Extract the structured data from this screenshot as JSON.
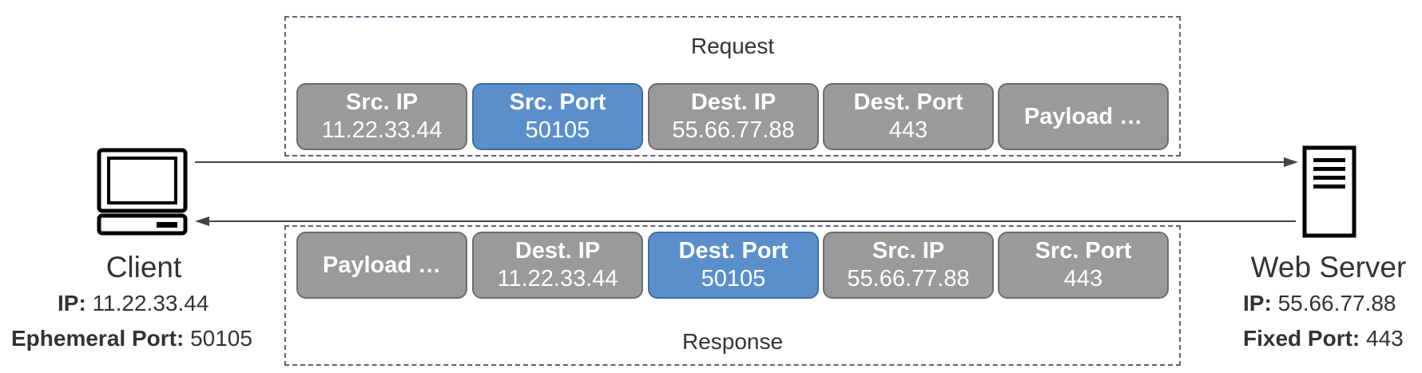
{
  "request": {
    "label": "Request",
    "fields": [
      {
        "title": "Src. IP",
        "value": "11.22.33.44",
        "highlight": false
      },
      {
        "title": "Src. Port",
        "value": "50105",
        "highlight": true
      },
      {
        "title": "Dest. IP",
        "value": "55.66.77.88",
        "highlight": false
      },
      {
        "title": "Dest. Port",
        "value": "443",
        "highlight": false
      },
      {
        "title": "Payload …",
        "value": "",
        "highlight": false
      }
    ]
  },
  "response": {
    "label": "Response",
    "fields": [
      {
        "title": "Payload …",
        "value": "",
        "highlight": false
      },
      {
        "title": "Dest. IP",
        "value": "11.22.33.44",
        "highlight": false
      },
      {
        "title": "Dest. Port",
        "value": "50105",
        "highlight": true
      },
      {
        "title": "Src. IP",
        "value": "55.66.77.88",
        "highlight": false
      },
      {
        "title": "Src. Port",
        "value": "443",
        "highlight": false
      }
    ]
  },
  "client": {
    "title": "Client",
    "ip_label": "IP:",
    "ip_value": "11.22.33.44",
    "port_label": "Ephemeral Port:",
    "port_value": "50105",
    "icon": "computer-icon"
  },
  "server": {
    "title": "Web Server",
    "ip_label": "IP:",
    "ip_value": "55.66.77.88",
    "port_label": "Fixed Port:",
    "port_value": "443",
    "icon": "server-icon"
  },
  "colors": {
    "field_gray": "#9a9a9a",
    "field_blue": "#5b8fcc",
    "dash_border": "#5b6478"
  }
}
